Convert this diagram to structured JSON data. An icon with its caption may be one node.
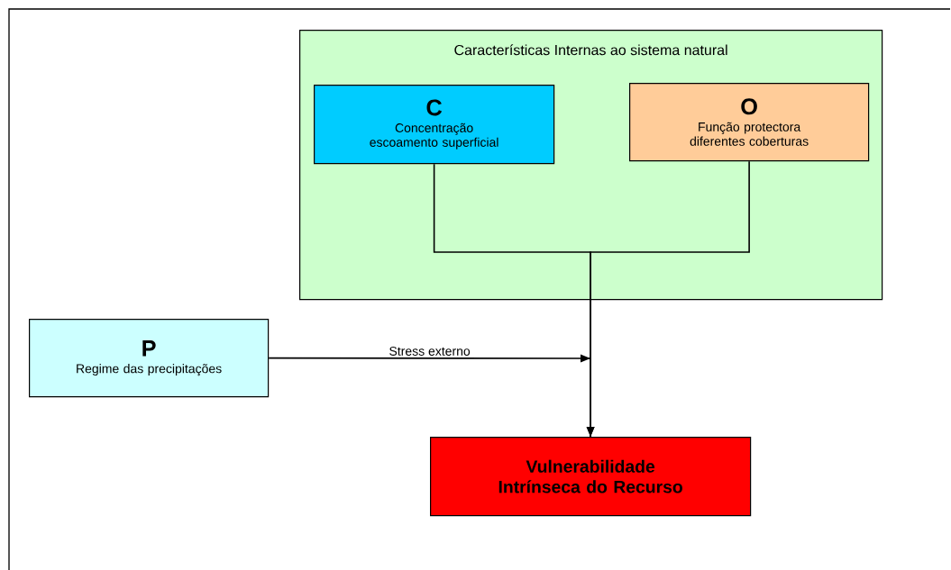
{
  "diagram": {
    "nodes": [
      {
        "text": [
          "Características Internas ao sistema natural"
        ]
      },
      {
        "text": [
          "C",
          "Concentração escoamento superficial"
        ],
        "in": 0
      },
      {
        "text": [
          "O",
          "Função protectora diferentes coberturas"
        ],
        "in": 0
      },
      {
        "text": [
          "P",
          "Regime das precipitações"
        ]
      },
      {
        "text": [
          "Vulnerabilidade Intrínseca do Recurso"
        ]
      }
    ],
    "edges": [
      {
        "from": 1,
        "to": 4,
        "arrow": "to"
      },
      {
        "from": 2,
        "to": 4,
        "arrow": "to"
      },
      {
        "from": 3,
        "to": null,
        "arrow": "to",
        "label": "Stress externo"
      }
    ]
  }
}
